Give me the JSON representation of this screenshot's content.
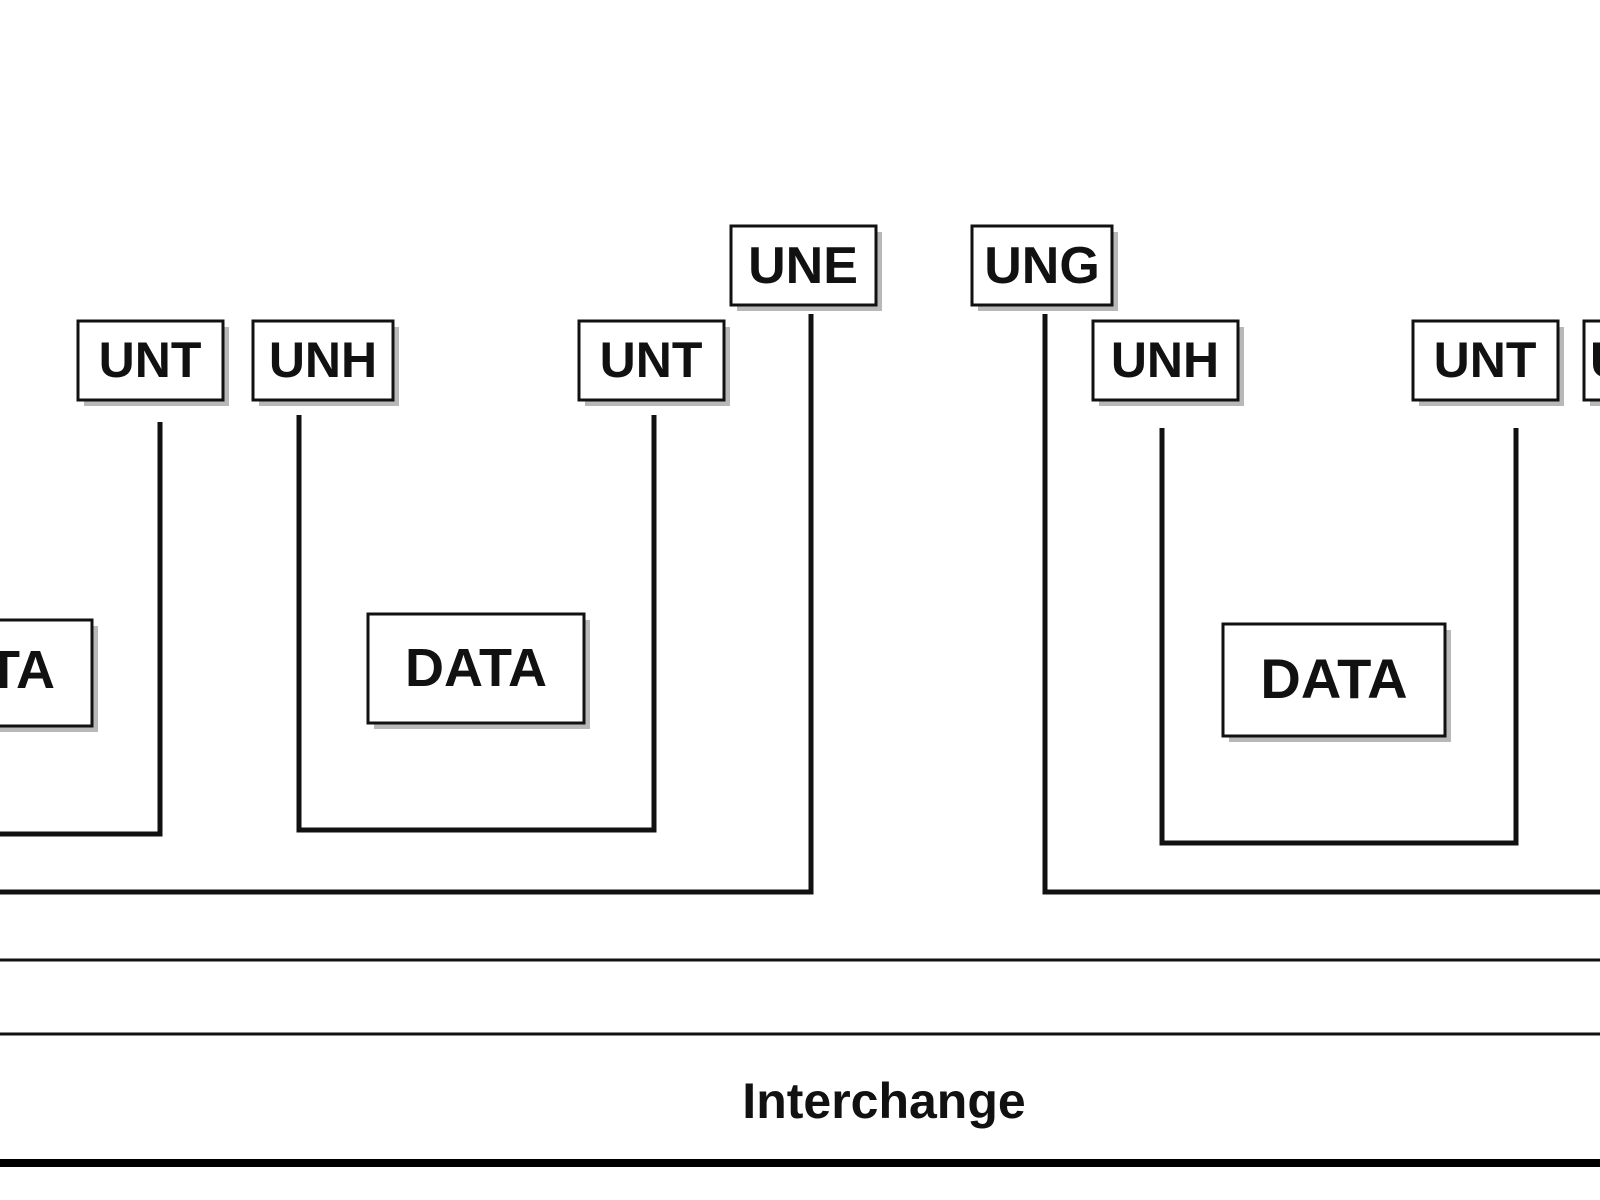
{
  "segments": {
    "unt_left": "UNT",
    "unh_mid": "UNH",
    "unt_mid": "UNT",
    "une": "UNE",
    "ung": "UNG",
    "unh_right": "UNH",
    "unt_right": "UNT",
    "partial_right": "U"
  },
  "data_blocks": {
    "left_partial": "DATA",
    "middle": "DATA",
    "right": "DATA"
  },
  "footer": {
    "label": "Interchange"
  }
}
